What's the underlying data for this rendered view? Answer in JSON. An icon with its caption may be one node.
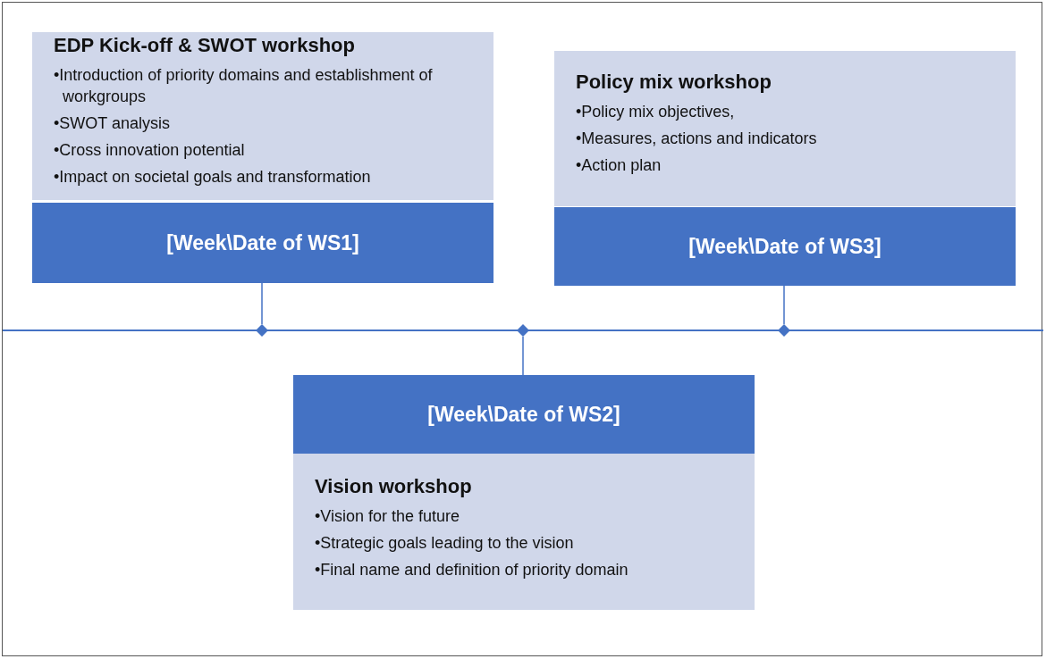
{
  "diagram": {
    "nodes": [
      {
        "text": [
          "EDP Kick-off & SWOT workshop",
          "•Introduction of priority domains and establishment of workgroups",
          "•SWOT analysis",
          "•Cross innovation potential",
          "•Impact on societal goals and transformation"
        ]
      },
      {
        "text": [
          "[Week\\Date of WS1]"
        ]
      },
      {
        "text": [
          "Policy mix workshop",
          "•Policy mix objectives,",
          "•Measures, actions and indicators",
          "•Action plan"
        ]
      },
      {
        "text": [
          "[Week\\Date of WS3]"
        ]
      },
      {
        "text": [],
        "shape": "diamond"
      },
      {
        "text": [],
        "shape": "diamond"
      },
      {
        "text": [],
        "shape": "diamond"
      },
      {
        "text": [
          "[Week\\Date of WS2]"
        ]
      },
      {
        "text": [
          "Vision workshop",
          "•Vision for the future",
          "•Strategic goals leading to the vision",
          "•Final name and definition of priority domain"
        ]
      }
    ],
    "edges": [
      {
        "from": 1,
        "to": 4,
        "arrow": "none"
      },
      {
        "from": 3,
        "to": 6,
        "arrow": "none"
      },
      {
        "from": 5,
        "to": 7,
        "arrow": "none"
      }
    ]
  }
}
